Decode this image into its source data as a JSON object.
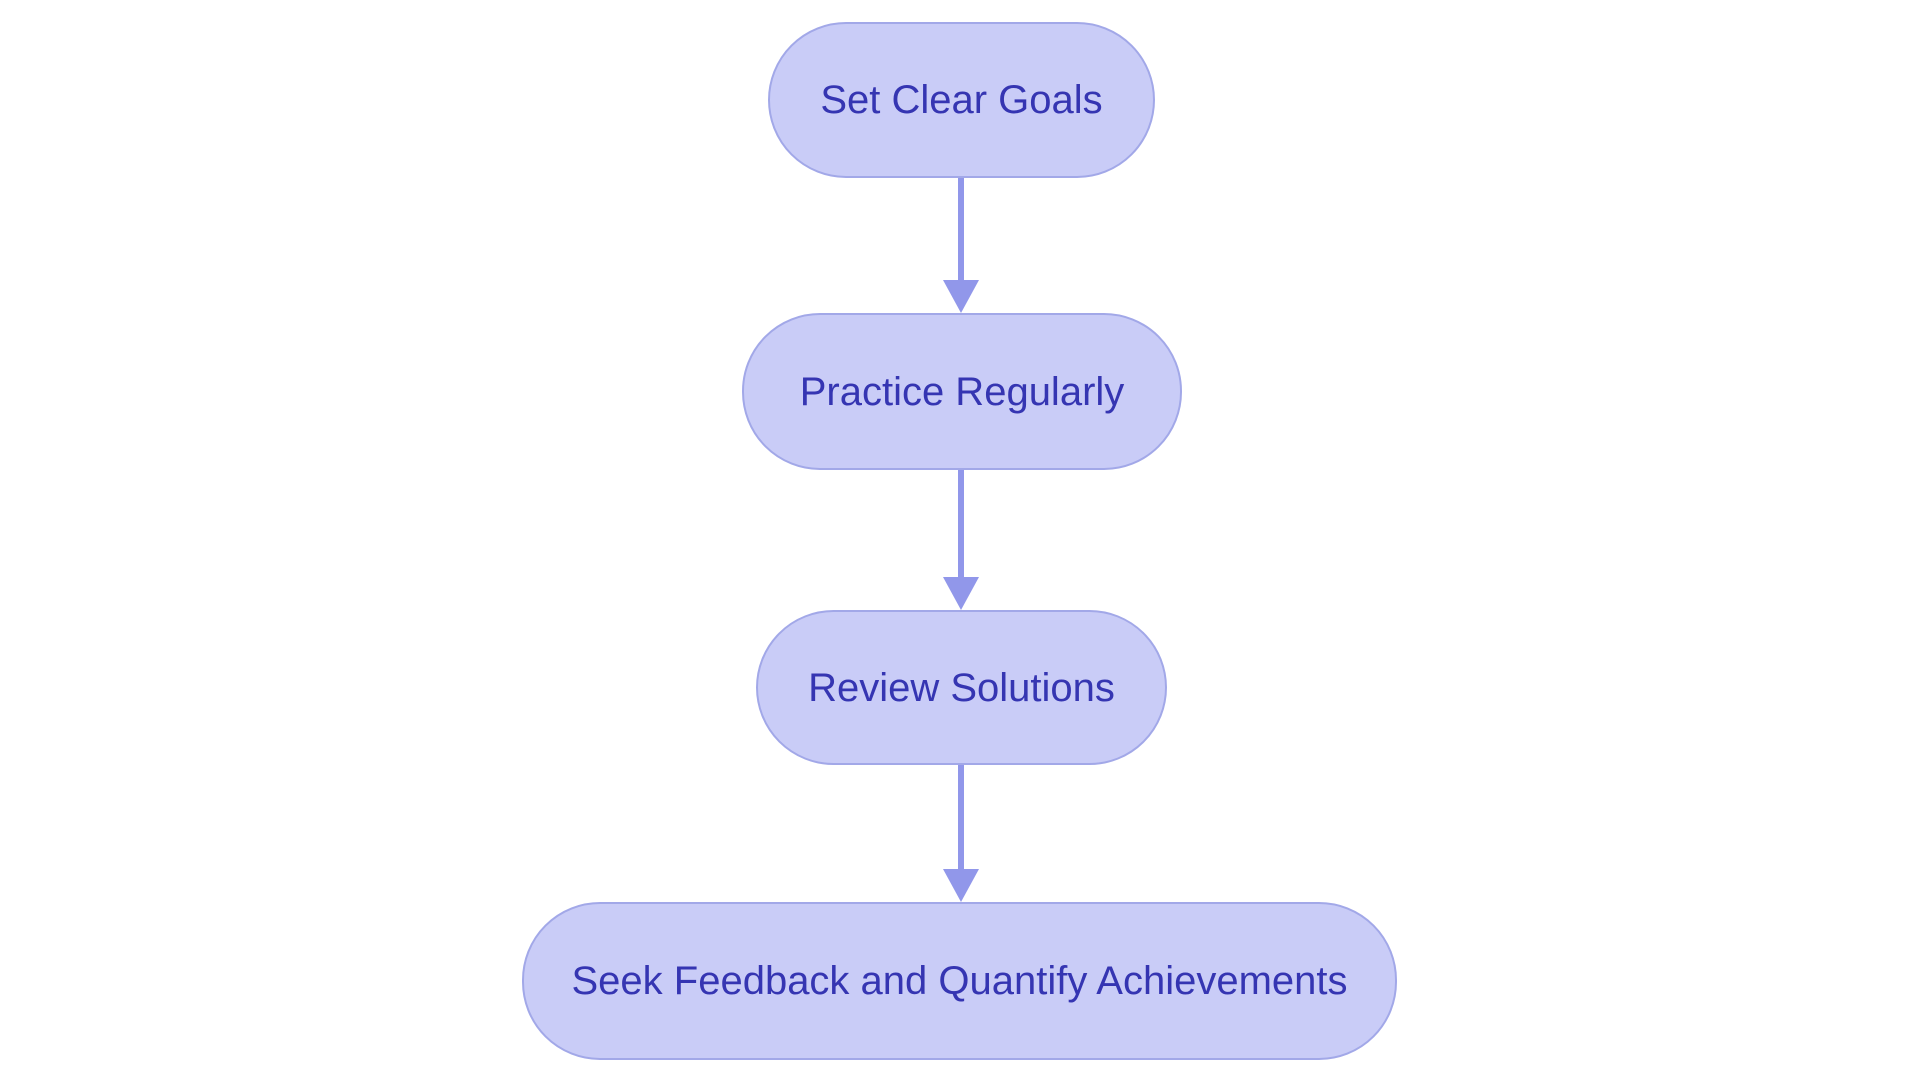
{
  "diagram": {
    "type": "flowchart",
    "direction": "top-down",
    "nodes": [
      {
        "id": "n1",
        "label": "Set Clear Goals"
      },
      {
        "id": "n2",
        "label": "Practice Regularly"
      },
      {
        "id": "n3",
        "label": "Review Solutions"
      },
      {
        "id": "n4",
        "label": "Seek Feedback and Quantify Achievements"
      }
    ],
    "edges": [
      {
        "from": "n1",
        "to": "n2"
      },
      {
        "from": "n2",
        "to": "n3"
      },
      {
        "from": "n3",
        "to": "n4"
      }
    ],
    "colors": {
      "background": "#ffffff",
      "node_fill": "#c9ccf7",
      "node_border": "#a2a8e8",
      "node_text": "#3535b2",
      "arrow": "#9197ea"
    }
  }
}
